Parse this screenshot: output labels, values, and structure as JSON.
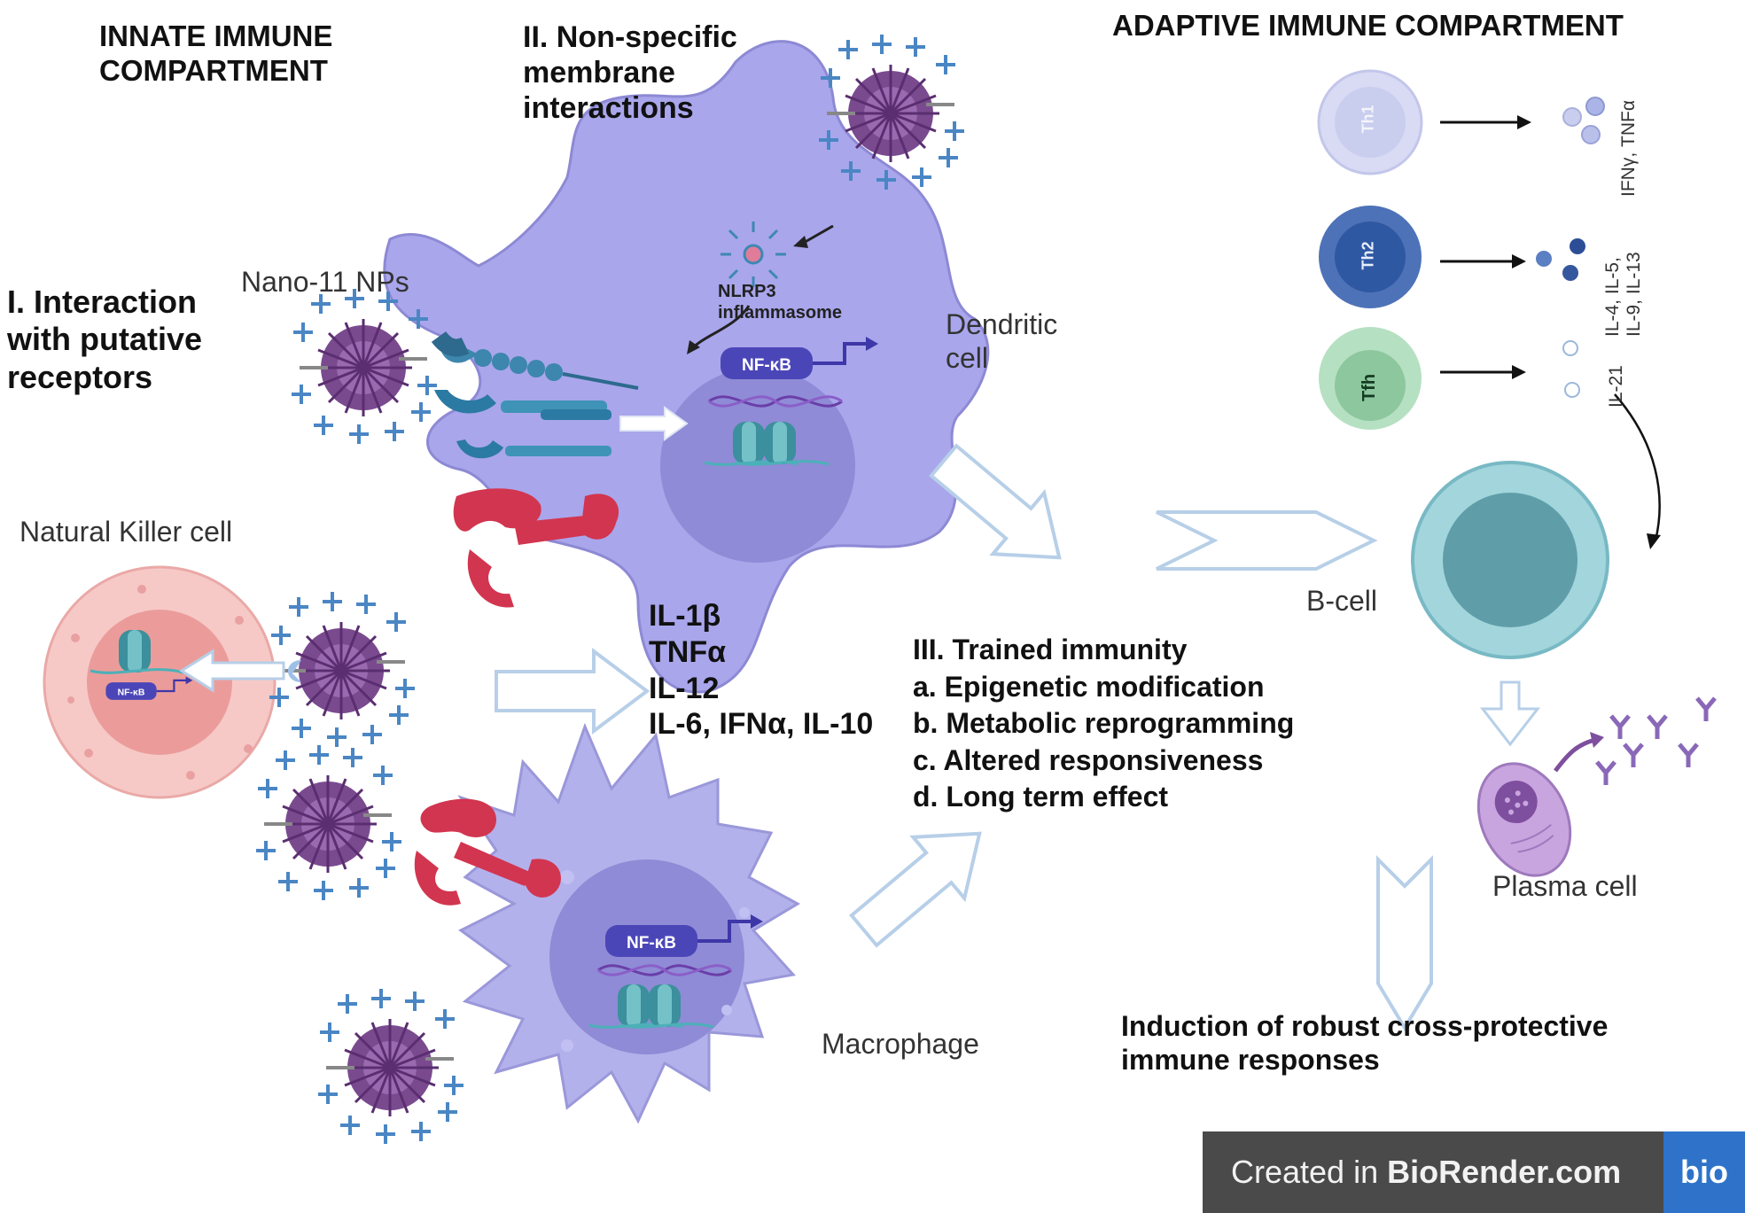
{
  "headings": {
    "innate": "INNATE IMMUNE\nCOMPARTMENT",
    "adaptive": "ADAPTIVE IMMUNE COMPARTMENT"
  },
  "steps": {
    "step1": "I. Interaction\nwith putative\nreceptors",
    "step2": "II. Non-specific\nmembrane\ninteractions",
    "step3_title": "III. Trained immunity",
    "step3_items": [
      "a. Epigenetic modification",
      "b. Metabolic reprogramming",
      "c. Altered responsiveness",
      "d. Long term effect"
    ]
  },
  "labels": {
    "nanoparticles": "Nano-11 NPs",
    "nlrp3": "NLRP3\ninflammasome",
    "dendritic": "Dendritic\ncell",
    "nk": "Natural Killer cell",
    "macrophage": "Macrophage",
    "bcell": "B-cell",
    "plasma": "Plasma cell",
    "nfkb": "NF-κB"
  },
  "cytokines_innate": [
    "IL-1β",
    "TNFα",
    "IL-12",
    "IL-6, IFNα, IL-10"
  ],
  "t_cells": [
    {
      "name": "Th1",
      "cytokines": "IFNγ, TNFα",
      "color": "#c9cdee"
    },
    {
      "name": "Th2",
      "cytokines": "IL-4, IL-5,\nIL-9, IL-13",
      "color": "#3f63a8"
    },
    {
      "name": "Tfh",
      "cytokines": "IL-21",
      "color": "#8cc79e"
    }
  ],
  "outcome": "Induction of robust cross-protective\nimmune responses",
  "watermark": {
    "text_prefix": "Created in ",
    "text_brand": "BioRender.com",
    "logo": "bio"
  },
  "colors": {
    "cell_purple": "#a9a6ec",
    "nucleus": "#8f8bd6",
    "nk_pink": "#f6c9c7",
    "bcell_teal": "#9fd3da",
    "receptor_blue": "#3d86ad",
    "receptor_red": "#d2354f",
    "arrow_outline": "#b7cfe8"
  }
}
